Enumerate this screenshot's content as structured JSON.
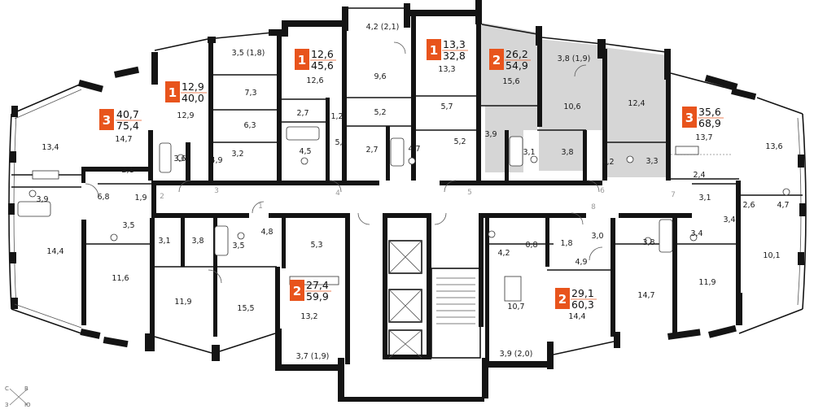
{
  "floorplan": {
    "colors": {
      "badge": "#e8541c",
      "sold": "#d6d6d6",
      "wall": "#141414"
    },
    "compass": {
      "n": "С",
      "e": "В",
      "w": "З",
      "s": "Ю"
    },
    "apartments": [
      {
        "id": "a1",
        "rooms": "3",
        "area_living": "40,7",
        "area_total": "75,4",
        "sold": false
      },
      {
        "id": "a2",
        "rooms": "1",
        "area_living": "12,9",
        "area_total": "40,0",
        "sold": false
      },
      {
        "id": "a3",
        "rooms": "1",
        "area_living": "12,6",
        "area_total": "45,6",
        "sold": false
      },
      {
        "id": "a4",
        "rooms": "1",
        "area_living": "13,3",
        "area_total": "32,8",
        "sold": false
      },
      {
        "id": "a5",
        "rooms": "2",
        "area_living": "26,2",
        "area_total": "54,9",
        "sold": true
      },
      {
        "id": "a6",
        "rooms": "3",
        "area_living": "35,6",
        "area_total": "68,9",
        "sold": false
      },
      {
        "id": "a7",
        "rooms": "2",
        "area_living": "27,4",
        "area_total": "59,9",
        "sold": false
      },
      {
        "id": "a8",
        "rooms": "2",
        "area_living": "29,1",
        "area_total": "60,3",
        "sold": false
      }
    ],
    "room_areas": [
      "13,4",
      "14,7",
      "2,1",
      "6,8",
      "1,9",
      "3,9",
      "14,4",
      "3,5 (1,8)",
      "7,3",
      "12,9",
      "3,6",
      "6,3",
      "3,2",
      "4,9",
      "12,6",
      "2,7",
      "1,2",
      "4,5",
      "5,0",
      "4,2 (2,1)",
      "9,6",
      "5,2",
      "2,7",
      "4,7",
      "13,3",
      "5,7",
      "5,2",
      "3,9",
      "15,6",
      "3,1",
      "3,8 (1,9)",
      "10,6",
      "3,8",
      "4,2",
      "12,4",
      "3,3",
      "13,7",
      "2,4",
      "13,6",
      "3,1",
      "2,6",
      "4,7",
      "3,4",
      "3,5",
      "3,1",
      "11,6",
      "3,8",
      "3,5",
      "4,8",
      "5,3",
      "11,9",
      "15,5",
      "13,2",
      "3,7 (1,9)",
      "4,2",
      "0,8",
      "1,8",
      "3,0",
      "4,9",
      "10,7",
      "14,4",
      "3,9 (2,0)",
      "14,7",
      "3,8",
      "3,4",
      "11,9",
      "10,1"
    ],
    "entrance_numbers": [
      "1",
      "2",
      "3",
      "4",
      "5",
      "6",
      "7",
      "8"
    ]
  }
}
